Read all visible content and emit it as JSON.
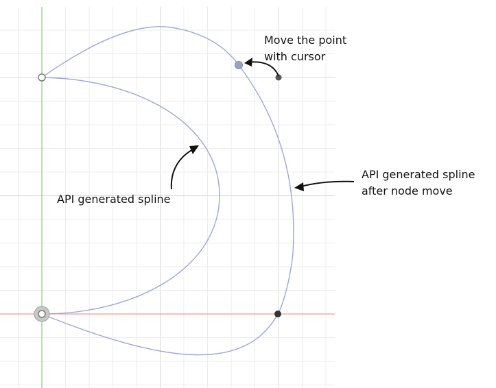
{
  "annotations": {
    "move_point": [
      "Move the point",
      "with cursor"
    ],
    "api_spline": "API generated spline",
    "api_spline_moved": [
      "API generated spline",
      "after node move"
    ]
  },
  "colors": {
    "background": "#ffffff",
    "grid_major": "#d8d8d8",
    "grid_minor": "#ececec",
    "y_axis": "#9ed88f",
    "x_axis": "#f3a8a8",
    "spline": "#9da6d8",
    "arrow": "#111111",
    "node_open": "#ffffff",
    "node_dark": "#333333",
    "node_moved": "#9aa3c7"
  }
}
